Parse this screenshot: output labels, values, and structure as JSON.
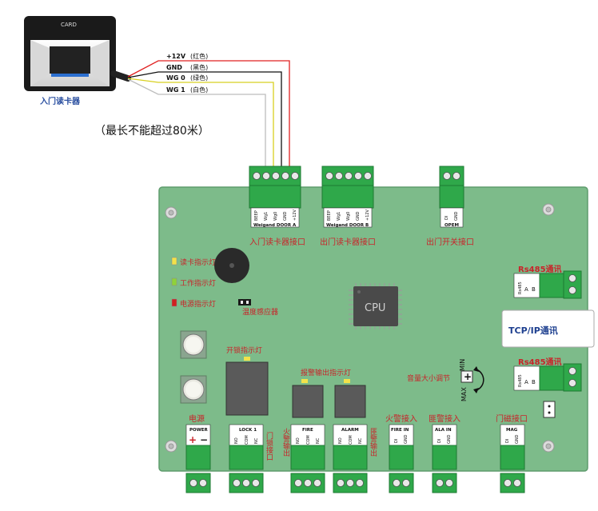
{
  "reader": {
    "card_text": "CARD",
    "label": "入门读卡器",
    "wires": [
      {
        "name": "+12V",
        "color_label": "(红色)",
        "color": "#e02020"
      },
      {
        "name": "GND",
        "color_label": "(黑色)",
        "color": "#111111"
      },
      {
        "name": "WG 0",
        "color_label": "(绿色)",
        "color": "#d8d020"
      },
      {
        "name": "WG 1",
        "color_label": "(白色)",
        "color": "#bbbbbb"
      }
    ],
    "max_length": "（最长不能超过80米）"
  },
  "top_connectors": {
    "door_a": {
      "pins": [
        "BEEP",
        "Wg1",
        "Wg0",
        "GND",
        "+12V"
      ],
      "title": "Weigand DOOR A",
      "label": "入门读卡器接口"
    },
    "door_b": {
      "pins": [
        "BEEP",
        "Wg1",
        "Wg0",
        "GND",
        "+12V"
      ],
      "title": "Weigand DOOR B",
      "label": "出门读卡器接口"
    },
    "open": {
      "pins": [
        "DI",
        "GND"
      ],
      "title": "OPEM",
      "label": "出门开关接口"
    }
  },
  "indicators": [
    {
      "label": "读卡指示灯",
      "color": "#f2e24a"
    },
    {
      "label": "工作指示灯",
      "color": "#8fd23a"
    },
    {
      "label": "电源指示灯",
      "color": "#d02020"
    }
  ],
  "temp_sensor": "温度感应器",
  "cpu": "CPU",
  "rs485_top": {
    "label": "Rs485通讯",
    "chip": "Rs485",
    "pins": [
      "A",
      "B"
    ]
  },
  "tcpip": "TCP/IP通讯",
  "rs485_bottom": {
    "label": "Rs485通讯",
    "chip": "Rs485",
    "pins": [
      "A",
      "B"
    ]
  },
  "volume": {
    "label": "音量大小调节",
    "min": "MIN",
    "max": "MAX",
    "symbol": "+"
  },
  "lock_led": "开锁指示灯",
  "alarm_led": "报警输出指示灯",
  "bottom_connectors": {
    "power": {
      "title": "POWER",
      "pins": [
        "+",
        "−"
      ],
      "label": "电源"
    },
    "lock": {
      "title": "LOCK 1",
      "pins": [
        "NO",
        "COM",
        "NC"
      ],
      "side_label": "门锁接口"
    },
    "fire": {
      "title": "FIRE",
      "pins": [
        "NO",
        "COM",
        "NC"
      ],
      "side_label": "火警输出"
    },
    "alarm": {
      "title": "ALARM",
      "pins": [
        "NO",
        "COM",
        "NC"
      ],
      "side_label": "匪警输出"
    },
    "fire_in": {
      "title": "FIRE IN",
      "pins": [
        "DI",
        "GND"
      ],
      "label": "火警接入"
    },
    "ala_in": {
      "title": "ALA IN",
      "pins": [
        "DI",
        "GND"
      ],
      "label": "匪警接入"
    },
    "mag": {
      "title": "MAG",
      "pins": [
        "DI",
        "GND"
      ],
      "label": "门磁接口"
    }
  },
  "colors": {
    "board": "#7dbb8a",
    "board_edge": "#5e9c6d",
    "terminal": "#2fa84a",
    "terminal_dark": "#1e7a33",
    "label_red": "#c8242a",
    "tcpip_blue": "#1d3f8f"
  }
}
